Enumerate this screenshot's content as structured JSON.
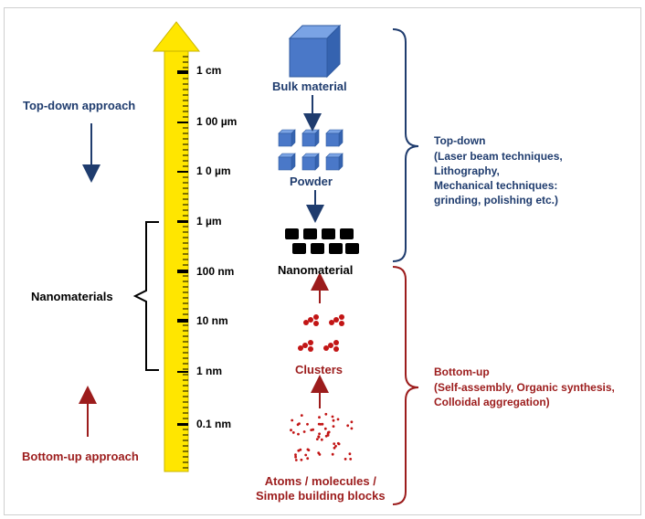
{
  "scale_labels": [
    "1 cm",
    "1 00 µm",
    "1 0 µm",
    "1 µm",
    "100 nm",
    "10 nm",
    "1 nm",
    "0.1 nm"
  ],
  "left": {
    "top_down_approach": "Top-down approach",
    "nanomaterials": "Nanomaterials",
    "bottom_up_approach": "Bottom-up approach"
  },
  "center": {
    "bulk_material": "Bulk material",
    "powder": "Powder",
    "nanomaterial": "Nanomaterial",
    "clusters": "Clusters",
    "atoms": "Atoms / molecules /\nSimple building blocks"
  },
  "right": {
    "top_down_heading": "Top-down",
    "top_down_methods": "(Laser beam techniques,\nLithography,\nMechanical techniques:\ngrinding, polishing etc.)",
    "bottom_up_heading": "Bottom-up",
    "bottom_up_methods": "(Self-assembly, Organic synthesis,\nColloidal aggregation)"
  },
  "colors": {
    "ruler_yellow": "#ffe600",
    "blue_text": "#1f3c6e",
    "red_text": "#9c1c1c",
    "cube_blue": "#4a78c8",
    "black_block": "#000000",
    "red_particle": "#c21515"
  }
}
